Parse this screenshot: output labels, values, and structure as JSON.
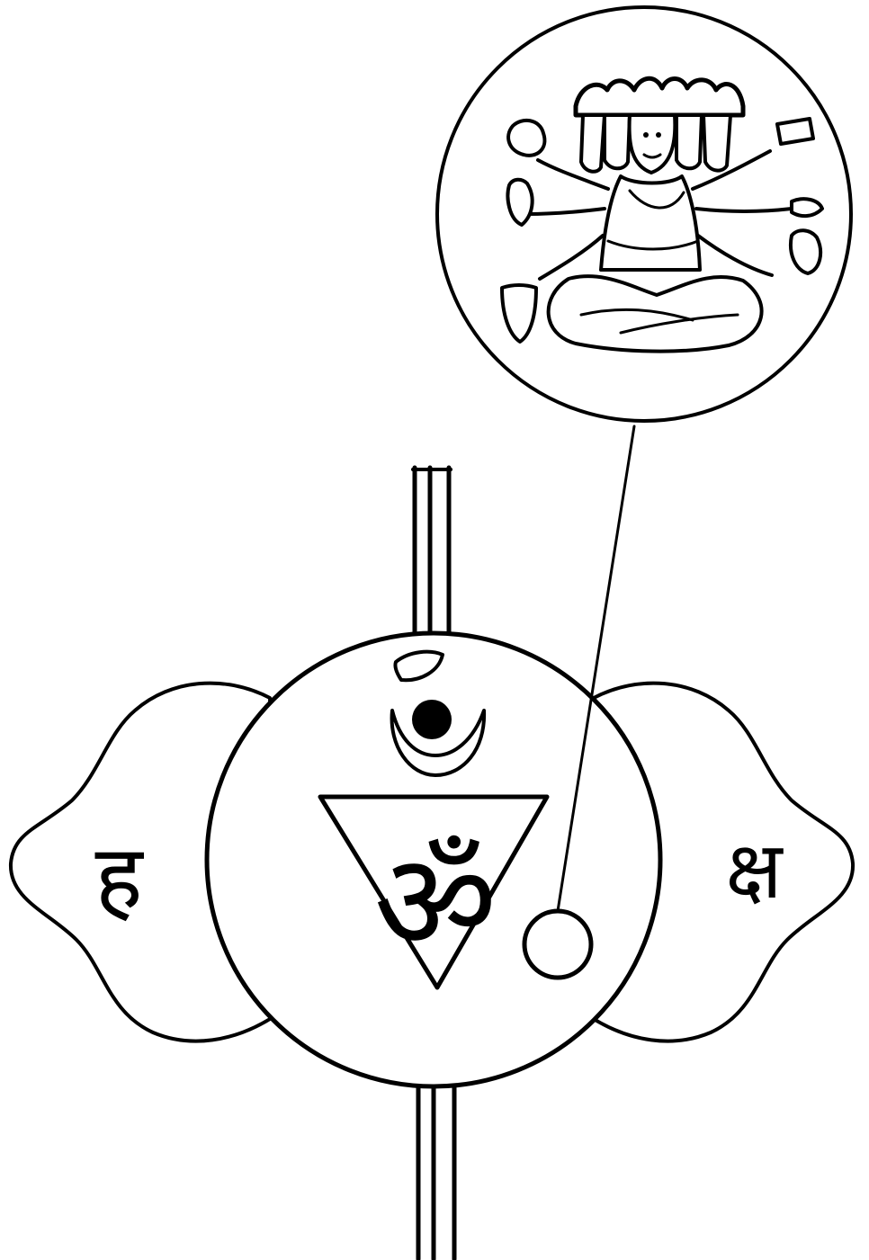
{
  "diagram": {
    "petal_letters": {
      "left": "ह",
      "right": "क्ष"
    },
    "bija_mantra": "ॐ",
    "colors": {
      "ink": "#000000",
      "paper": "#ffffff"
    },
    "icons": [
      "deity-figure",
      "crescent-moon",
      "bindu-dot",
      "inverted-triangle",
      "lingam-circle",
      "sushumna-channel"
    ]
  }
}
